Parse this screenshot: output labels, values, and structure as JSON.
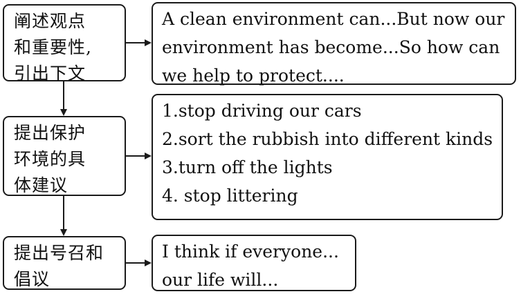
{
  "rows": [
    {
      "left_lines": [
        "阐述观点",
        "和重要性,",
        "引出下文"
      ],
      "right_lines": [
        "A clean environment can...But now our",
        "environment has become...So how can",
        "we help to protect...."
      ]
    },
    {
      "left_lines": [
        "提出保护",
        "环境的具",
        "体建议"
      ],
      "right_lines": [
        "1.stop driving our cars",
        "2.sort the rubbish into different kinds",
        "3.turn off the lights",
        "4. stop littering"
      ]
    },
    {
      "left_lines": [
        "提出号召和",
        "倡议"
      ],
      "right_lines": [
        "I think if everyone...",
        "our life will..."
      ]
    }
  ]
}
